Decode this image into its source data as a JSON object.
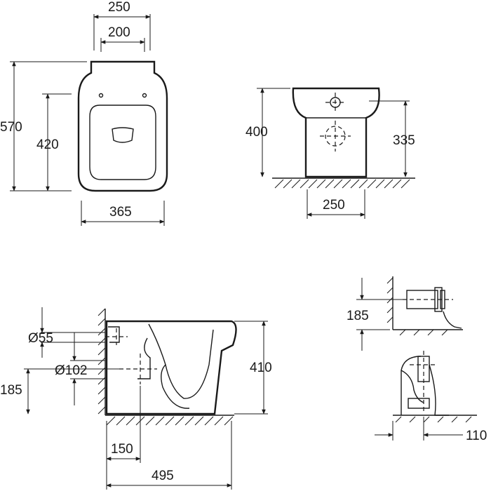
{
  "top_view": {
    "dim_overall_width": "250",
    "dim_seat_width": "200",
    "dim_overall_length": "570",
    "dim_bowl_length": "420",
    "dim_base_width": "365"
  },
  "front_view": {
    "dim_height": "400",
    "dim_outlet_height": "335",
    "dim_base_width": "250"
  },
  "side_view": {
    "dim_inlet_diameter": "Ø55",
    "dim_outlet_diameter": "Ø102",
    "dim_outlet_height": "185",
    "dim_height": "410",
    "dim_outlet_offset": "150",
    "dim_overall_depth": "495"
  },
  "connection_detail": {
    "dim_horizontal_outlet_height": "185",
    "dim_vertical_outlet_offset": "110"
  }
}
